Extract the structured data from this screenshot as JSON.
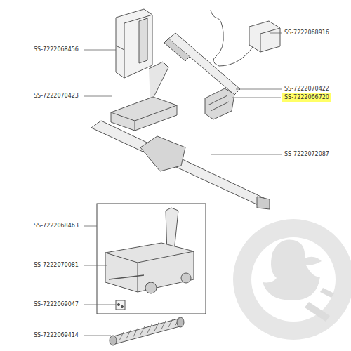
{
  "diagram": {
    "labels": [
      "SS-7222068456",
      "SS-7222068916",
      "SS-7222070423",
      "SS-7222070422",
      "SS-7222066720",
      "SS-7222072087",
      "SS-7222068463",
      "SS-7222070081",
      "SS-7222069047",
      "SS-7222069414"
    ]
  }
}
